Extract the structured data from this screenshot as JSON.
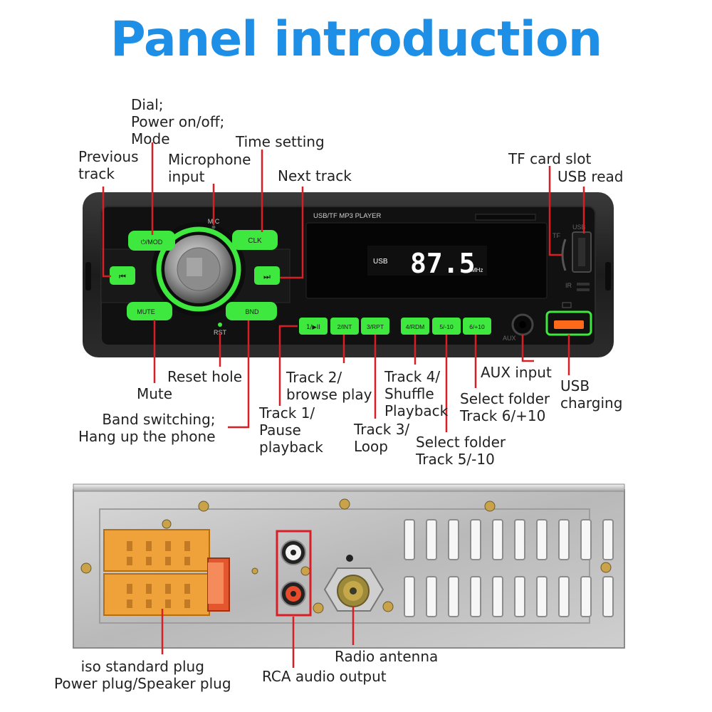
{
  "title": "Panel introduction",
  "colors": {
    "title": "#1e8fe6",
    "leader": "#d81f26",
    "label": "#222222",
    "button_green": "#3ee83e",
    "lcd_text": "#ffffff",
    "connector_orange": "#f0a23a"
  },
  "front_labels": {
    "dial": "Dial;\nPower on/off;\nMode",
    "time_setting": "Time setting",
    "previous_track": "Previous\ntrack",
    "microphone_input": "Microphone\ninput",
    "next_track": "Next track",
    "tf_card_slot": "TF card slot",
    "usb_read": "USB read",
    "reset_hole": "Reset hole",
    "mute": "Mute",
    "band_switching": "Band switching;\nHang up the phone",
    "track1": "Track 1/\nPause\nplayback",
    "track2": "Track 2/\nbrowse play",
    "track3": "Track 3/\nLoop",
    "track4": "Track 4/\nShuffle\nPlayback",
    "track5": "Select folder\nTrack 5/-10",
    "track6": "Select folder\nTrack 6/+10",
    "aux_input": "AUX input",
    "usb_charging": "USB\ncharging"
  },
  "device": {
    "player_label": "USB/TF MP3 PLAYER",
    "mic": "MIC",
    "rst": "RST",
    "tf": "TF",
    "usb": "USB",
    "ir": "IR",
    "aux": "AUX",
    "buttons": {
      "mod": "⏻/MOD",
      "clk": "CLK",
      "prev": "⏮",
      "next": "⏭",
      "mute": "MUTE",
      "bnd": "BND",
      "b1": "1/▶II",
      "b2": "2/INT",
      "b3": "3/RPT",
      "b4": "4/RDM",
      "b5": "5/-10",
      "b6": "6/+10"
    },
    "display": {
      "source": "USB",
      "frequency": "87.5",
      "unit": "MHz"
    }
  },
  "back_labels": {
    "iso_plug": "iso standard plug\nPower plug/Speaker plug",
    "rca_output": "RCA audio output",
    "radio_antenna": "Radio antenna"
  }
}
